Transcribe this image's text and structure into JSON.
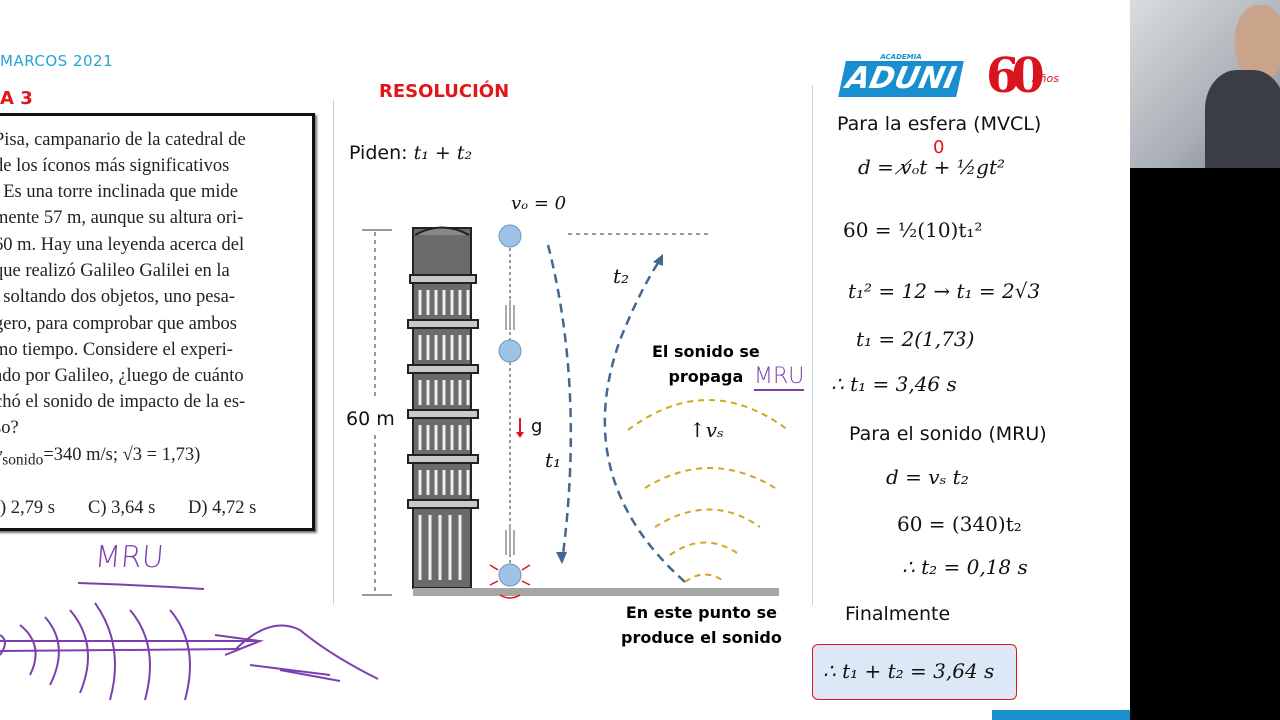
{
  "header": {
    "exam": "MARCOS 2021",
    "problem_label": "A 3",
    "resolution_title": "RESOLUCIÓN"
  },
  "problem": {
    "lines": [
      "Pisa, campanario de la catedral de",
      " de los íconos más significativos",
      ". Es una torre inclinada que mide",
      "mente 57 m, aunque su altura ori-",
      "60 m. Hay una leyenda acerca del",
      " que realizó Galileo Galilei en la",
      ", soltando dos objetos, uno pesa-",
      "gero, para comprobar que ambos",
      "mo tiempo. Considere el experi-",
      "ado por Galileo, ¿luego de cuánto",
      "chó el sonido de impacto de la es-",
      "so?"
    ],
    "data_line": {
      "v": "v",
      "sub": "sonido",
      "rest": "=340 m/s; √3 = 1,73)"
    },
    "options": [
      ") 2,79 s",
      "C) 3,64 s",
      "D) 4,72 s"
    ]
  },
  "handwriting": {
    "left_note": "MRU",
    "right_note": "MRU",
    "color": "#7b3fb0"
  },
  "diagram": {
    "piden": "Piden:",
    "piden_expr": "t₁ + t₂",
    "v0": "vₒ = 0",
    "height": "60 m",
    "g": "g",
    "t1": "t₁",
    "t2": "t₂",
    "vs": "↑vₛ",
    "sound_label_1": "El sonido se",
    "sound_label_2": "propaga",
    "impact_label_1": "En este punto se",
    "impact_label_2": "produce el sonido",
    "ball_color": "#9dc3e6",
    "arrow_color": "#44678f",
    "wave_color": "#d4a51d"
  },
  "logo": {
    "academia": "ACADEMIA",
    "brand": "ADUNI",
    "anniversary": "60",
    "anos": "Años",
    "brand_color": "#1a8fd0",
    "anniv_color": "#d9141c"
  },
  "solution": {
    "sphere_title": "Para la esfera (MVCL)",
    "eq1": "d = v̸ₒt + ½gt²",
    "eq1_zero": "0",
    "eq2": "60 =   ½(10)t₁²",
    "eq3": "t₁² = 12   →   t₁ = 2√3",
    "eq4": "t₁ = 2(1,73)",
    "eq5": "∴  t₁ = 3,46 s",
    "sound_title": "Para el sonido (MRU)",
    "eq6": "d = vₛ t₂",
    "eq7": "60 = (340)t₂",
    "eq8": "∴  t₂ = 0,18 s",
    "final_label": "Finalmente",
    "final": "∴ t₁ + t₂ = 3,64 s"
  }
}
